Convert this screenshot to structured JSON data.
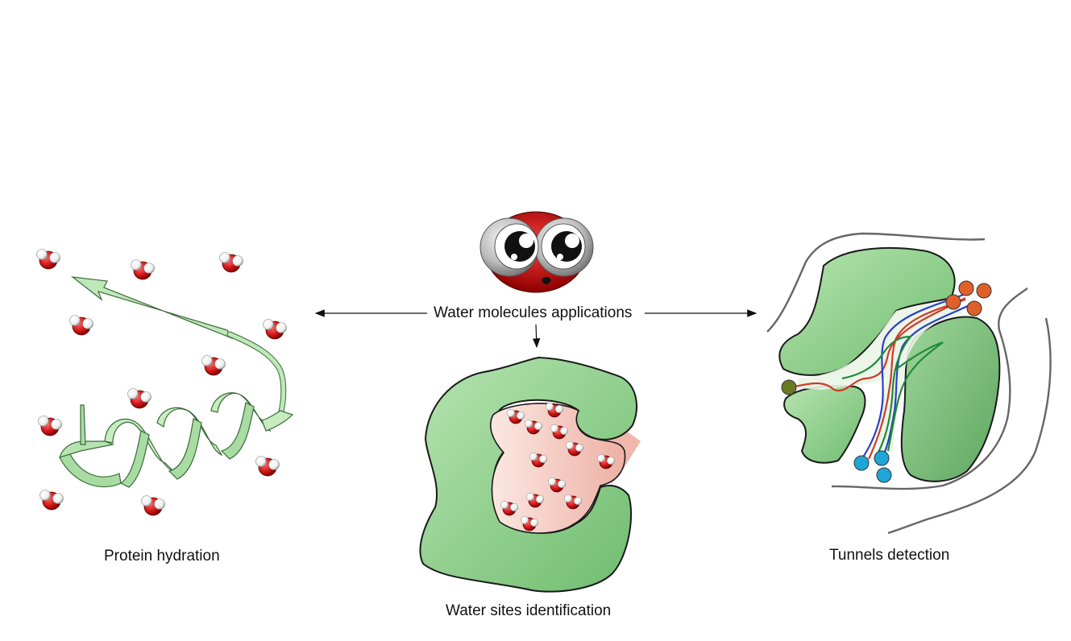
{
  "center_title": "Water molecules applications",
  "panels": {
    "left": {
      "label": "Protein hydration"
    },
    "middle": {
      "label": "Water sites identification"
    },
    "right": {
      "label": "Tunnels detection"
    }
  },
  "colors": {
    "protein_green": "#7fc87f",
    "protein_green_light": "#b6e4b0",
    "ribbon_green": "#bfe8b8",
    "oxygen_red": "#d61a1a",
    "hydrogen_white": "#ffffff",
    "cavity_pink": "#f2c2b8",
    "tunnel_red": "#d03a2a",
    "tunnel_blue": "#2a3ec8",
    "tunnel_green": "#1f8a3a",
    "ligand_orange": "#e0602a",
    "ligand_cyan": "#1ea6d6",
    "ligand_olive": "#6a7a20",
    "arrow": "#111111"
  },
  "icons": [
    "water-mascot-icon",
    "water-molecule-icon",
    "arrow-icon"
  ]
}
